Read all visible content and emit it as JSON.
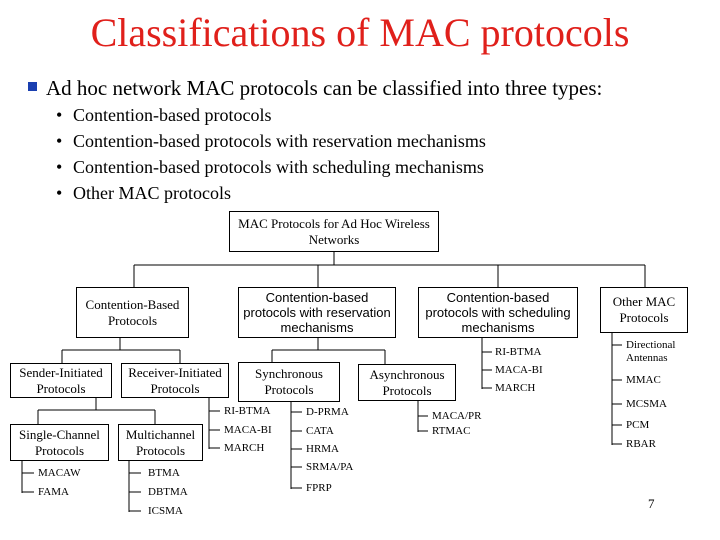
{
  "title": "Classifications of MAC protocols",
  "intro": "Ad hoc network MAC protocols can be classified into three types:",
  "types": [
    "Contention-based protocols",
    "Contention-based protocols with reservation mechanisms",
    "Contention-based protocols with scheduling mechanisms",
    "Other MAC protocols"
  ],
  "diagram": {
    "root": "MAC Protocols for Ad Hoc Wireless Networks",
    "contention_based": "Contention-Based Protocols",
    "reservation": "Contention-based protocols with reservation mechanisms",
    "scheduling": "Contention-based protocols with scheduling mechanisms",
    "other": "Other MAC Protocols",
    "sender_initiated": "Sender-Initiated Protocols",
    "receiver_initiated": "Receiver-Initiated Protocols",
    "synchronous": "Synchronous Protocols",
    "asynchronous": "Asynchronous Protocols",
    "single_channel": "Single-Channel Protocols",
    "multichannel": "Multichannel Protocols",
    "single_channel_items": [
      "MACAW",
      "FAMA"
    ],
    "multichannel_items": [
      "BTMA",
      "DBTMA",
      "ICSMA"
    ],
    "receiver_items": [
      "RI-BTMA",
      "MACA-BI",
      "MARCH"
    ],
    "synchronous_items": [
      "D-PRMA",
      "CATA",
      "HRMA",
      "SRMA/PA",
      "FPRP"
    ],
    "asynchronous_items": [
      "MACA/PR",
      "RTMAC"
    ],
    "scheduling_items": [
      "RI-BTMA",
      "MACA-BI",
      "MARCH"
    ],
    "other_items": [
      "Directional Antennas",
      "MMAC",
      "MCSMA",
      "PCM",
      "RBAR"
    ]
  },
  "page_number": "7"
}
